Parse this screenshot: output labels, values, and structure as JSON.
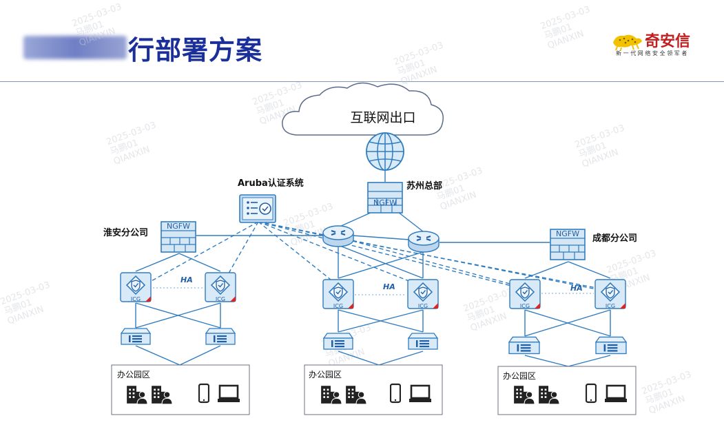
{
  "header": {
    "title": "行部署方案",
    "logo": {
      "name": "奇安信",
      "slogan": "新一代网络安全领军者"
    }
  },
  "watermark": {
    "date": "2025-03-03",
    "user": "马鹏01",
    "company": "QIANXIN"
  },
  "diagram": {
    "internet_label": "互联网出口",
    "hq_label": "苏州总部",
    "auth_system_label": "Aruba认证系统",
    "branch_left_label": "淮安分公司",
    "branch_right_label": "成都分公司",
    "ngfw_label": "NGFW",
    "icg_label": "ICG",
    "ha_label": "HA",
    "office_label": "办公园区"
  }
}
